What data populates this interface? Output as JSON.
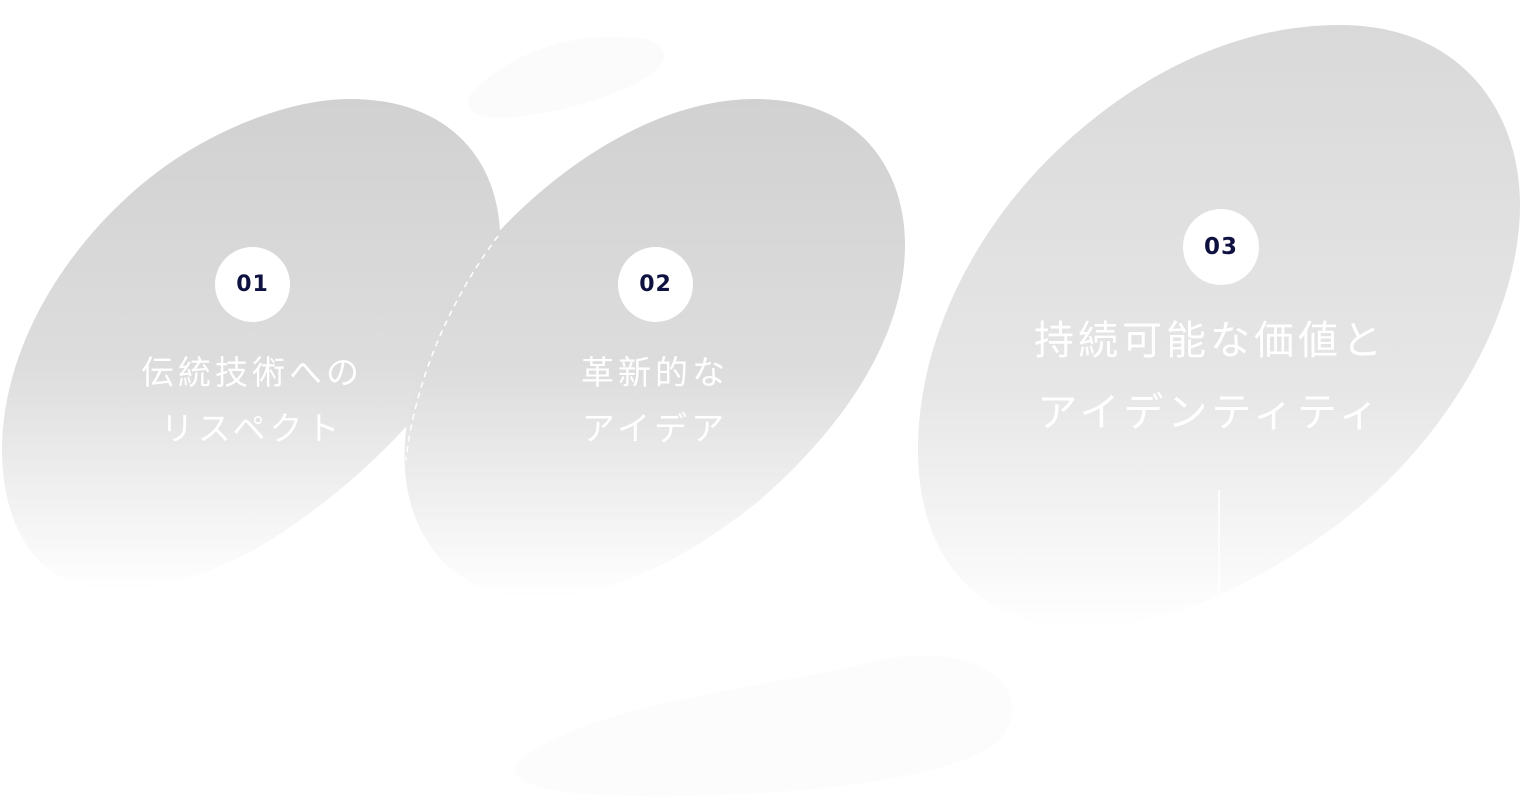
{
  "colors": {
    "blob_top": "#d2d2d2",
    "blob_bottom": "#ffffff",
    "badge_bg": "#ffffff",
    "badge_text": "#0f1240",
    "label_text": "#ffffff",
    "dash_line": "#ffffff"
  },
  "items": [
    {
      "number": "01",
      "lines": [
        "伝統技術への",
        "リスペクト"
      ]
    },
    {
      "number": "02",
      "lines": [
        "革新的な",
        "アイデア"
      ]
    },
    {
      "number": "03",
      "lines": [
        "持続可能な価値と",
        "アイデンティティ"
      ]
    }
  ]
}
